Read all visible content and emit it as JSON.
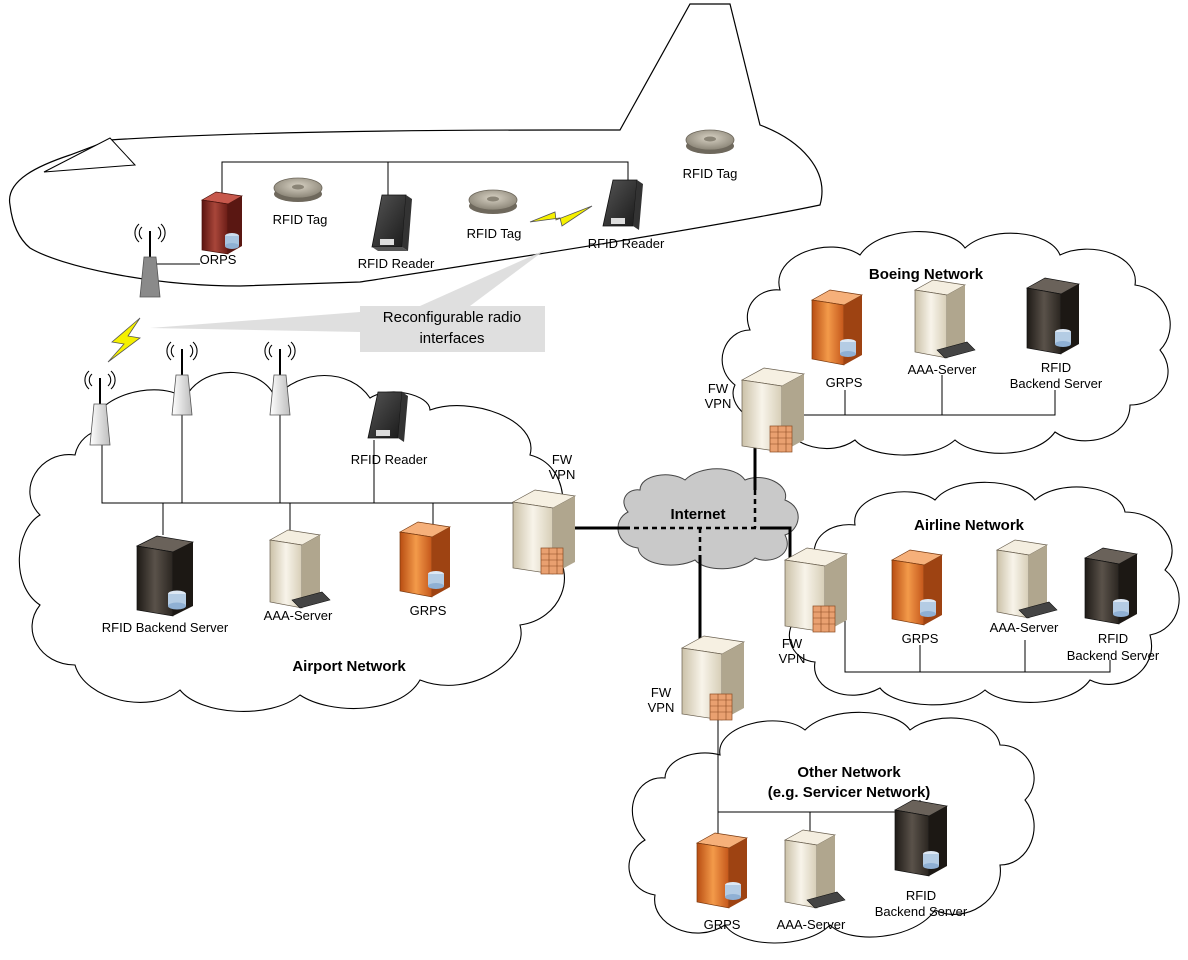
{
  "callout": {
    "line1": "Reconfigurable radio",
    "line2": "interfaces"
  },
  "aircraft": {
    "orps_label": "ORPS",
    "tag1_label": "RFID Tag",
    "reader1_label": "RFID Reader",
    "tag2_label": "RFID Tag",
    "reader2_label": "RFID Reader",
    "tag3_label": "RFID Tag"
  },
  "airport": {
    "title": "Airport Network",
    "reader_label": "RFID Reader",
    "fw_line1": "FW",
    "fw_line2": "VPN",
    "backend_label": "RFID Backend Server",
    "aaa_label": "AAA-Server",
    "grps_label": "GRPS"
  },
  "internet": {
    "label": "Internet"
  },
  "boeing": {
    "title": "Boeing Network",
    "fw_line1": "FW",
    "fw_line2": "VPN",
    "grps_label": "GRPS",
    "aaa_label": "AAA-Server",
    "backend_line1": "RFID",
    "backend_line2": "Backend Server"
  },
  "airline": {
    "title": "Airline Network",
    "fw_line1": "FW",
    "fw_line2": "VPN",
    "grps_label": "GRPS",
    "aaa_label": "AAA-Server",
    "backend_line1": "RFID",
    "backend_line2": "Backend Server"
  },
  "other": {
    "title_line1": "Other Network",
    "title_line2": "(e.g. Servicer Network)",
    "fw_line1": "FW",
    "fw_line2": "VPN",
    "grps_label": "GRPS",
    "aaa_label": "AAA-Server",
    "backend_line1": "RFID",
    "backend_line2": "Backend Server"
  },
  "colors": {
    "grps": "#e8782a",
    "orps": "#8a2a22",
    "backend": "#3a3530",
    "aaa": "#ece4cf",
    "fw": "#ece4cf",
    "internet": "#cfcfcf"
  },
  "icons": [
    "antenna-icon",
    "rfid-tag-icon",
    "rfid-reader-icon",
    "server-icon",
    "firewall-icon",
    "lightning-icon",
    "cloud-icon",
    "keyboard-icon",
    "database-icon"
  ]
}
